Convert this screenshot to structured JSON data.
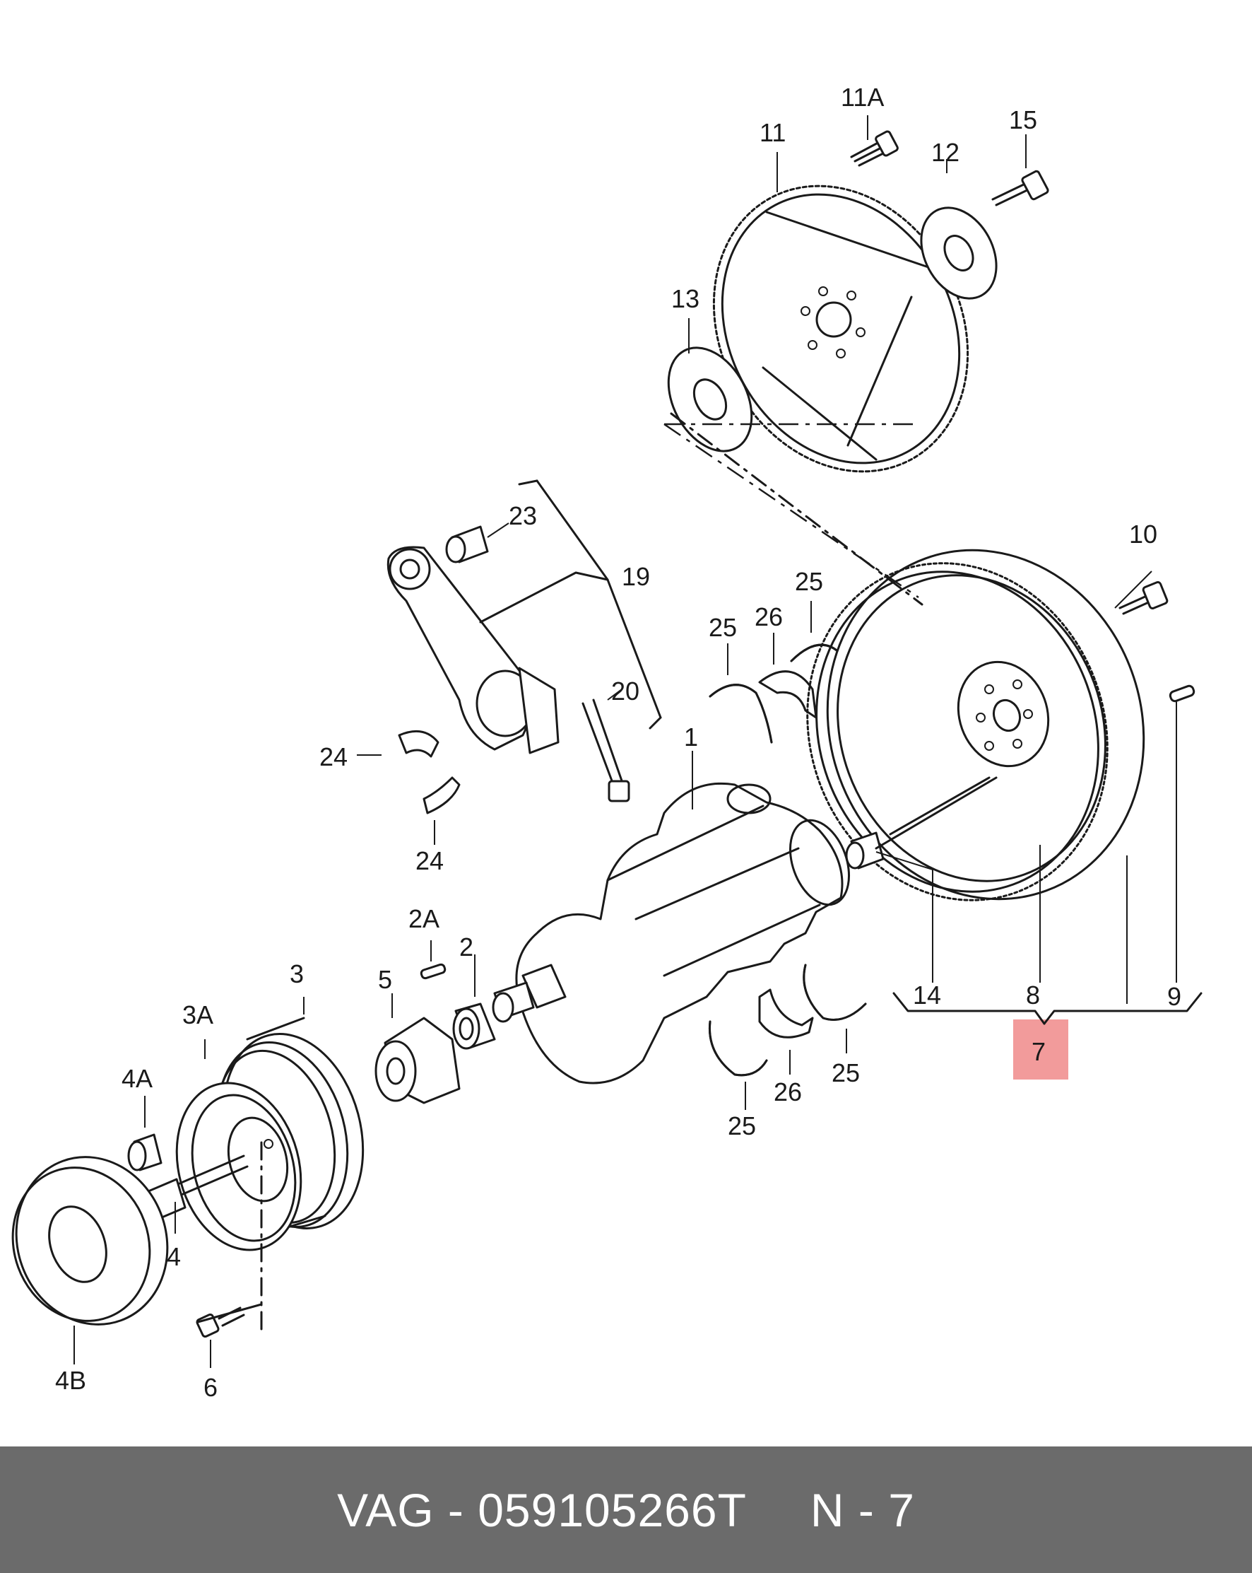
{
  "callouts": {
    "c1": "1",
    "c2": "2",
    "c2a": "2A",
    "c3": "3",
    "c3a": "3A",
    "c4": "4",
    "c4a": "4A",
    "c4b": "4B",
    "c5": "5",
    "c6": "6",
    "c7": "7",
    "c8": "8",
    "c9": "9",
    "c10": "10",
    "c11": "11",
    "c11a": "11A",
    "c12": "12",
    "c13": "13",
    "c14": "14",
    "c15": "15",
    "c19": "19",
    "c20": "20",
    "c23": "23",
    "c24a": "24",
    "c24b": "24",
    "c25a": "25",
    "c25b": "25",
    "c25c": "25",
    "c25d": "25",
    "c26a": "26",
    "c26b": "26"
  },
  "highlight_color": "#f29b9b",
  "footer": {
    "part_number": "VAG - 059105266T",
    "position": "N - 7"
  }
}
